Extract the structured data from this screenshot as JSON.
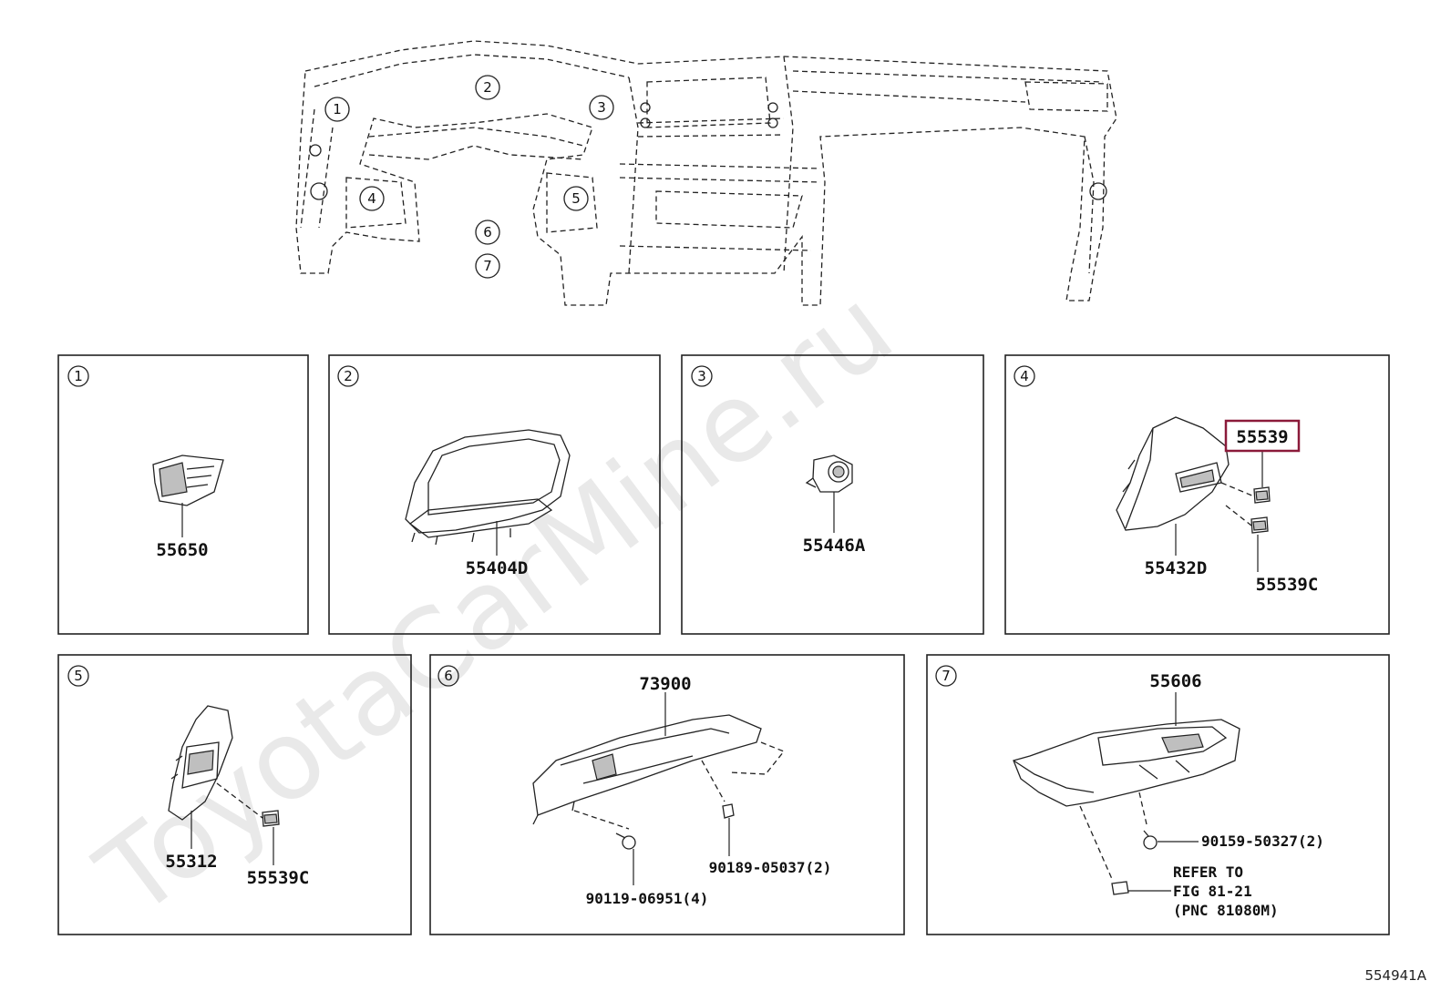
{
  "watermark": "ToyotaCarMine.ru",
  "diagram_id": "554941A",
  "overview": {
    "callouts": [
      "1",
      "2",
      "3",
      "4",
      "5",
      "6",
      "7"
    ]
  },
  "panels": [
    {
      "num": "1",
      "parts": [
        "55650"
      ]
    },
    {
      "num": "2",
      "parts": [
        "55404D"
      ]
    },
    {
      "num": "3",
      "parts": [
        "55446A"
      ]
    },
    {
      "num": "4",
      "parts": [
        "55539",
        "55432D",
        "55539C"
      ],
      "highlighted": "55539"
    },
    {
      "num": "5",
      "parts": [
        "55312",
        "55539C"
      ]
    },
    {
      "num": "6",
      "parts": [
        "73900",
        "90189-05037(2)",
        "90119-06951(4)"
      ]
    },
    {
      "num": "7",
      "parts": [
        "55606",
        "90159-50327(2)"
      ],
      "note": [
        "REFER TO",
        "FIG 81-21",
        "(PNC 81080M)"
      ]
    }
  ],
  "colors": {
    "highlight": "#8b1a3a",
    "line": "#222222",
    "watermark": "#e9e9e9"
  }
}
